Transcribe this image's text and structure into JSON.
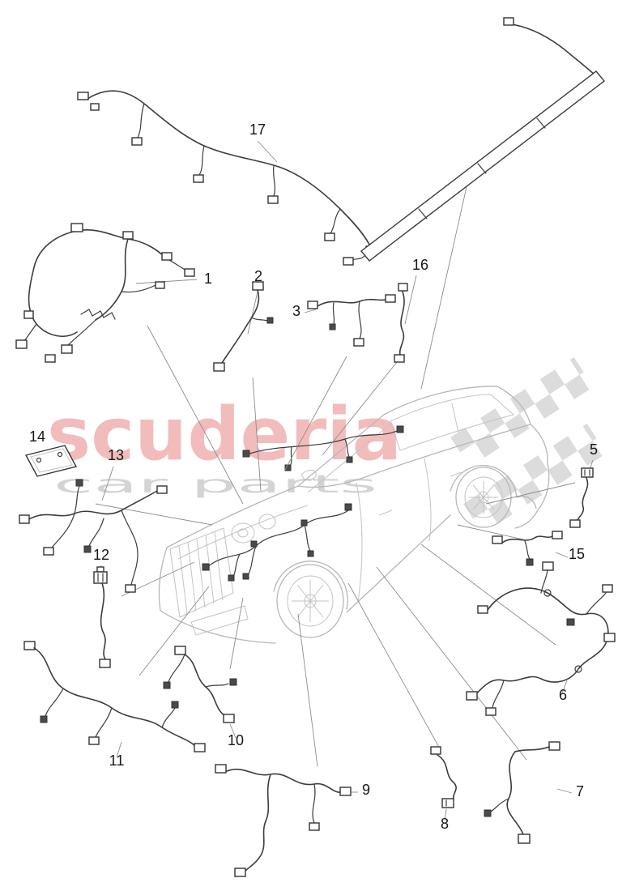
{
  "watermark": {
    "title": "scuderia",
    "subtitle": "car parts",
    "title_color": "#f2bcbc",
    "subtitle_color": "#d4d4d4",
    "checker_color": "#dcdcdc"
  },
  "diagram": {
    "callouts": {
      "n1": "1",
      "n2": "2",
      "n3": "3",
      "n5": "5",
      "n6": "6",
      "n7": "7",
      "n8": "8",
      "n9": "9",
      "n10": "10",
      "n11": "11",
      "n12": "12",
      "n13": "13",
      "n14": "14",
      "n15": "15",
      "n16": "16",
      "n17": "17"
    }
  }
}
